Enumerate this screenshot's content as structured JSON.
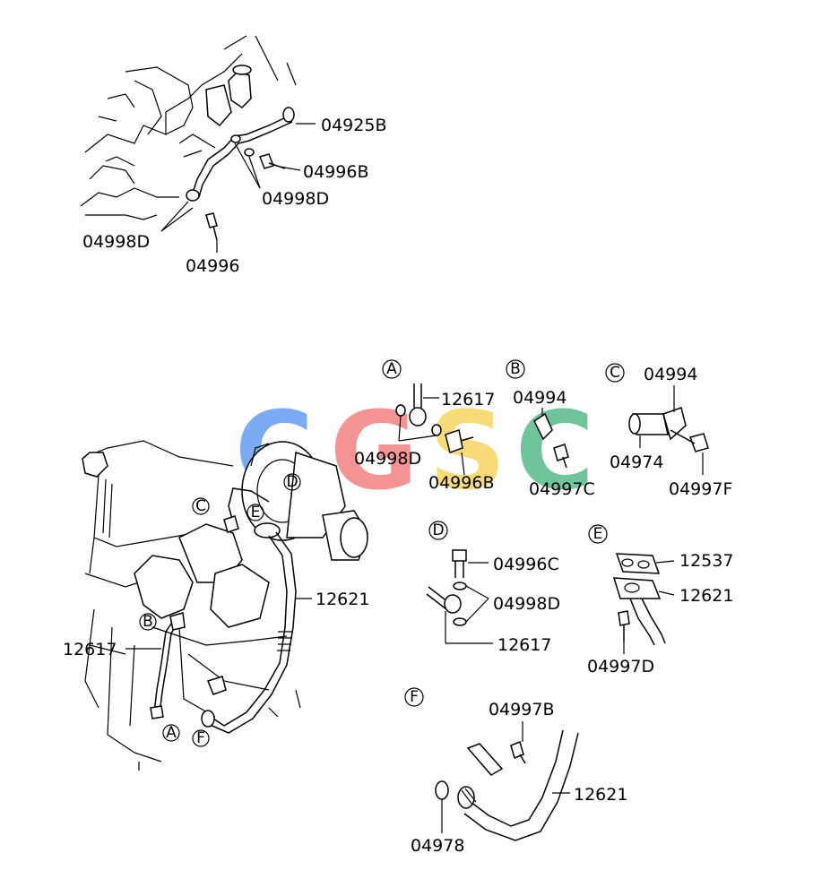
{
  "watermark": {
    "letters": [
      "C",
      "G",
      "S",
      "C"
    ],
    "colors": [
      "#4f8ff0",
      "#ef6f6f",
      "#f5d04a",
      "#3fb17a"
    ]
  },
  "sections": [
    "A",
    "B",
    "C",
    "D",
    "E",
    "F"
  ],
  "labels": {
    "top_04925B": "04925B",
    "top_04996B": "04996B",
    "top_04998D_right": "04998D",
    "top_04998D_left": "04998D",
    "top_04996": "04996",
    "main_12621": "12621",
    "main_12617": "12617",
    "a_12617": "12617",
    "a_04998D": "04998D",
    "a_04996B": "04996B",
    "b_04994": "04994",
    "b_04997C": "04997C",
    "c_04994": "04994",
    "c_04974": "04974",
    "c_04997F": "04997F",
    "d_04996C": "04996C",
    "d_04998D": "04998D",
    "d_12617": "12617",
    "e_12537": "12537",
    "e_12621": "12621",
    "e_04997D": "04997D",
    "f_04997B": "04997B",
    "f_12621": "12621",
    "f_04978": "04978"
  }
}
